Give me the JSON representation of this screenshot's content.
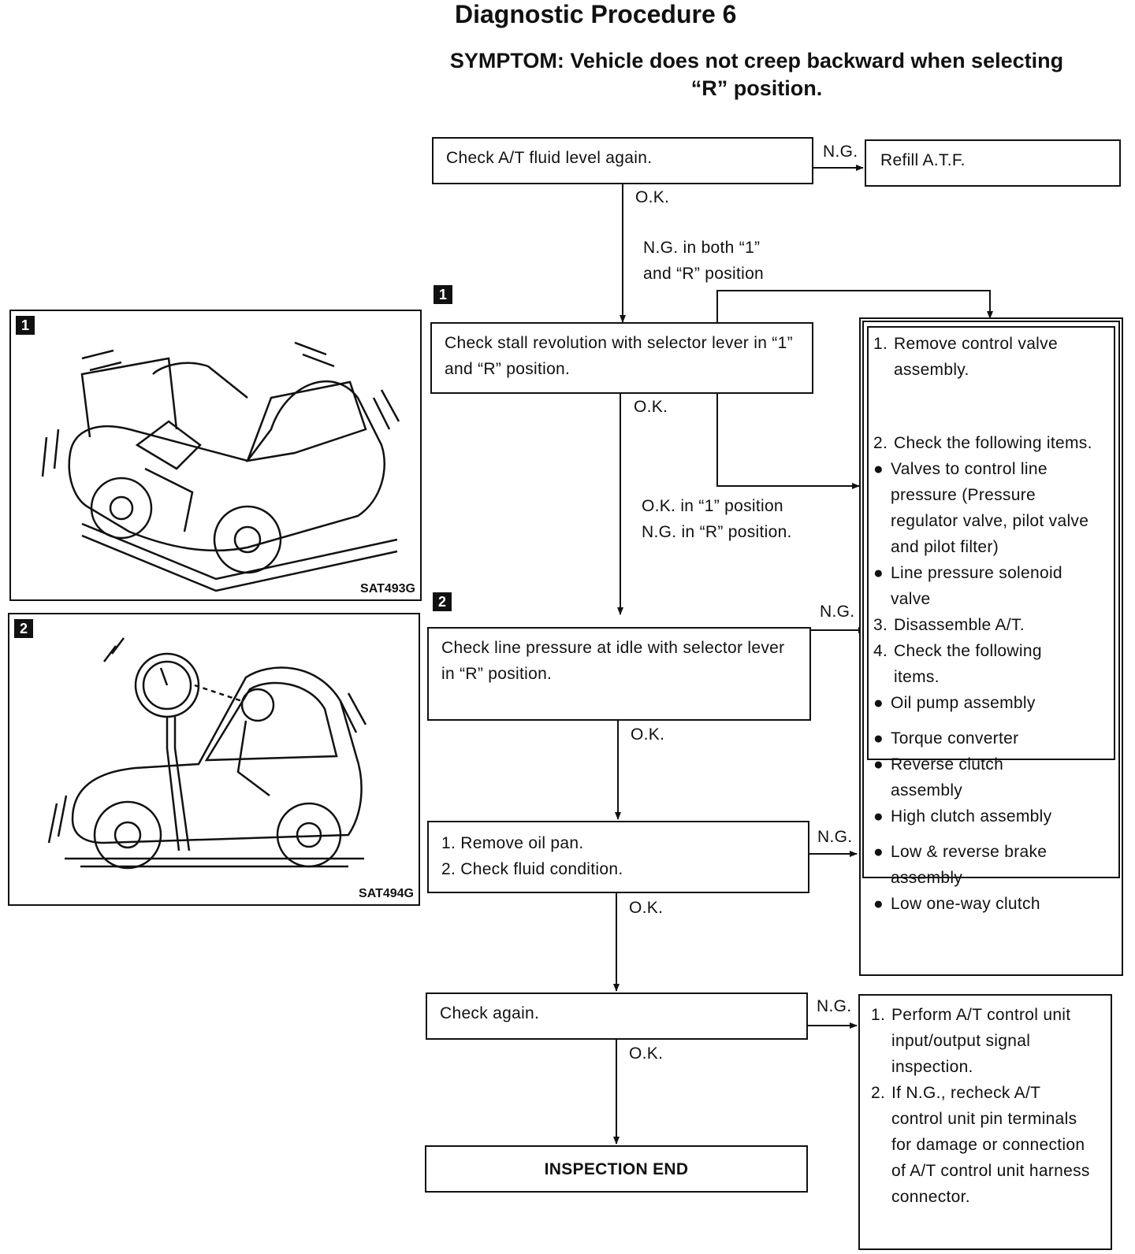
{
  "title": "Diagnostic Procedure 6",
  "symptom": "SYMPTOM: Vehicle does not creep backward when selecting “R” position.",
  "illustrations": [
    {
      "marker": "1",
      "code": "SAT493G"
    },
    {
      "marker": "2",
      "code": "SAT494G"
    }
  ],
  "steps": {
    "check_fluid": "Check A/T fluid level again.",
    "refill": "Refill A.T.F.",
    "stall_marker": "1",
    "stall_check": "Check stall revolution with selector lever in “1” and “R” position.",
    "line_marker": "2",
    "line_pressure": "Check line pressure at idle with selector lever in “R” position.",
    "oil_pan_1": "1. Remove oil pan.",
    "oil_pan_2": "2. Check fluid condition.",
    "check_again": "Check again.",
    "inspection_end": "INSPECTION END"
  },
  "labels": {
    "ng": "N.G.",
    "ok": "O.K.",
    "ng_both_1": "N.G. in both “1”",
    "ng_both_2": "and “R” position",
    "ok_in_1": "O.K. in “1” position",
    "ng_in_r": "N.G. in “R” position."
  },
  "repair_box": {
    "item1_num": "1.",
    "item1": "Remove control valve assembly.",
    "item2_num": "2.",
    "item2": "Check the following items.",
    "bullets_a": [
      "Valves to control line pressure (Pressure regulator valve, pilot valve and pilot filter)",
      "Line pressure solenoid valve"
    ],
    "item3_num": "3.",
    "item3": "Disassemble A/T.",
    "item4_num": "4.",
    "item4": "Check the following items.",
    "bullets_b": [
      "Oil pump assembly",
      "Torque converter",
      "Reverse clutch assembly",
      "High clutch assembly",
      "Low & reverse brake assembly",
      "Low one-way clutch"
    ]
  },
  "control_unit_box": {
    "item1_num": "1.",
    "item1": "Perform A/T control unit input/output signal inspection.",
    "item2_num": "2.",
    "item2": "If N.G., recheck A/T control unit pin terminals for damage or connection of A/T control unit harness connector."
  }
}
